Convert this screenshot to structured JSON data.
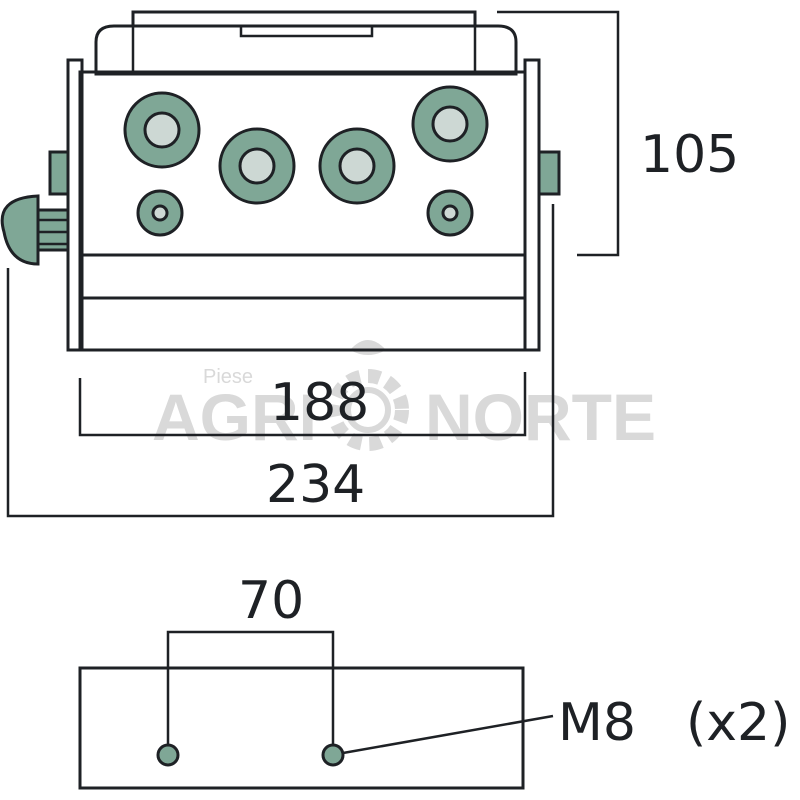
{
  "watermark": {
    "prefix": "Piese",
    "left": "AGRI",
    "right": "NORTE"
  },
  "dimensions": {
    "height": "105",
    "inner_width": "188",
    "outer_width": "234",
    "hole_spacing": "70",
    "thread_label": "M8",
    "thread_count": "(x2)"
  },
  "colors": {
    "body": "#cdd8d4",
    "accent": "#7fa796",
    "line": "#1e2125",
    "watermark": "#d9d9d9"
  }
}
